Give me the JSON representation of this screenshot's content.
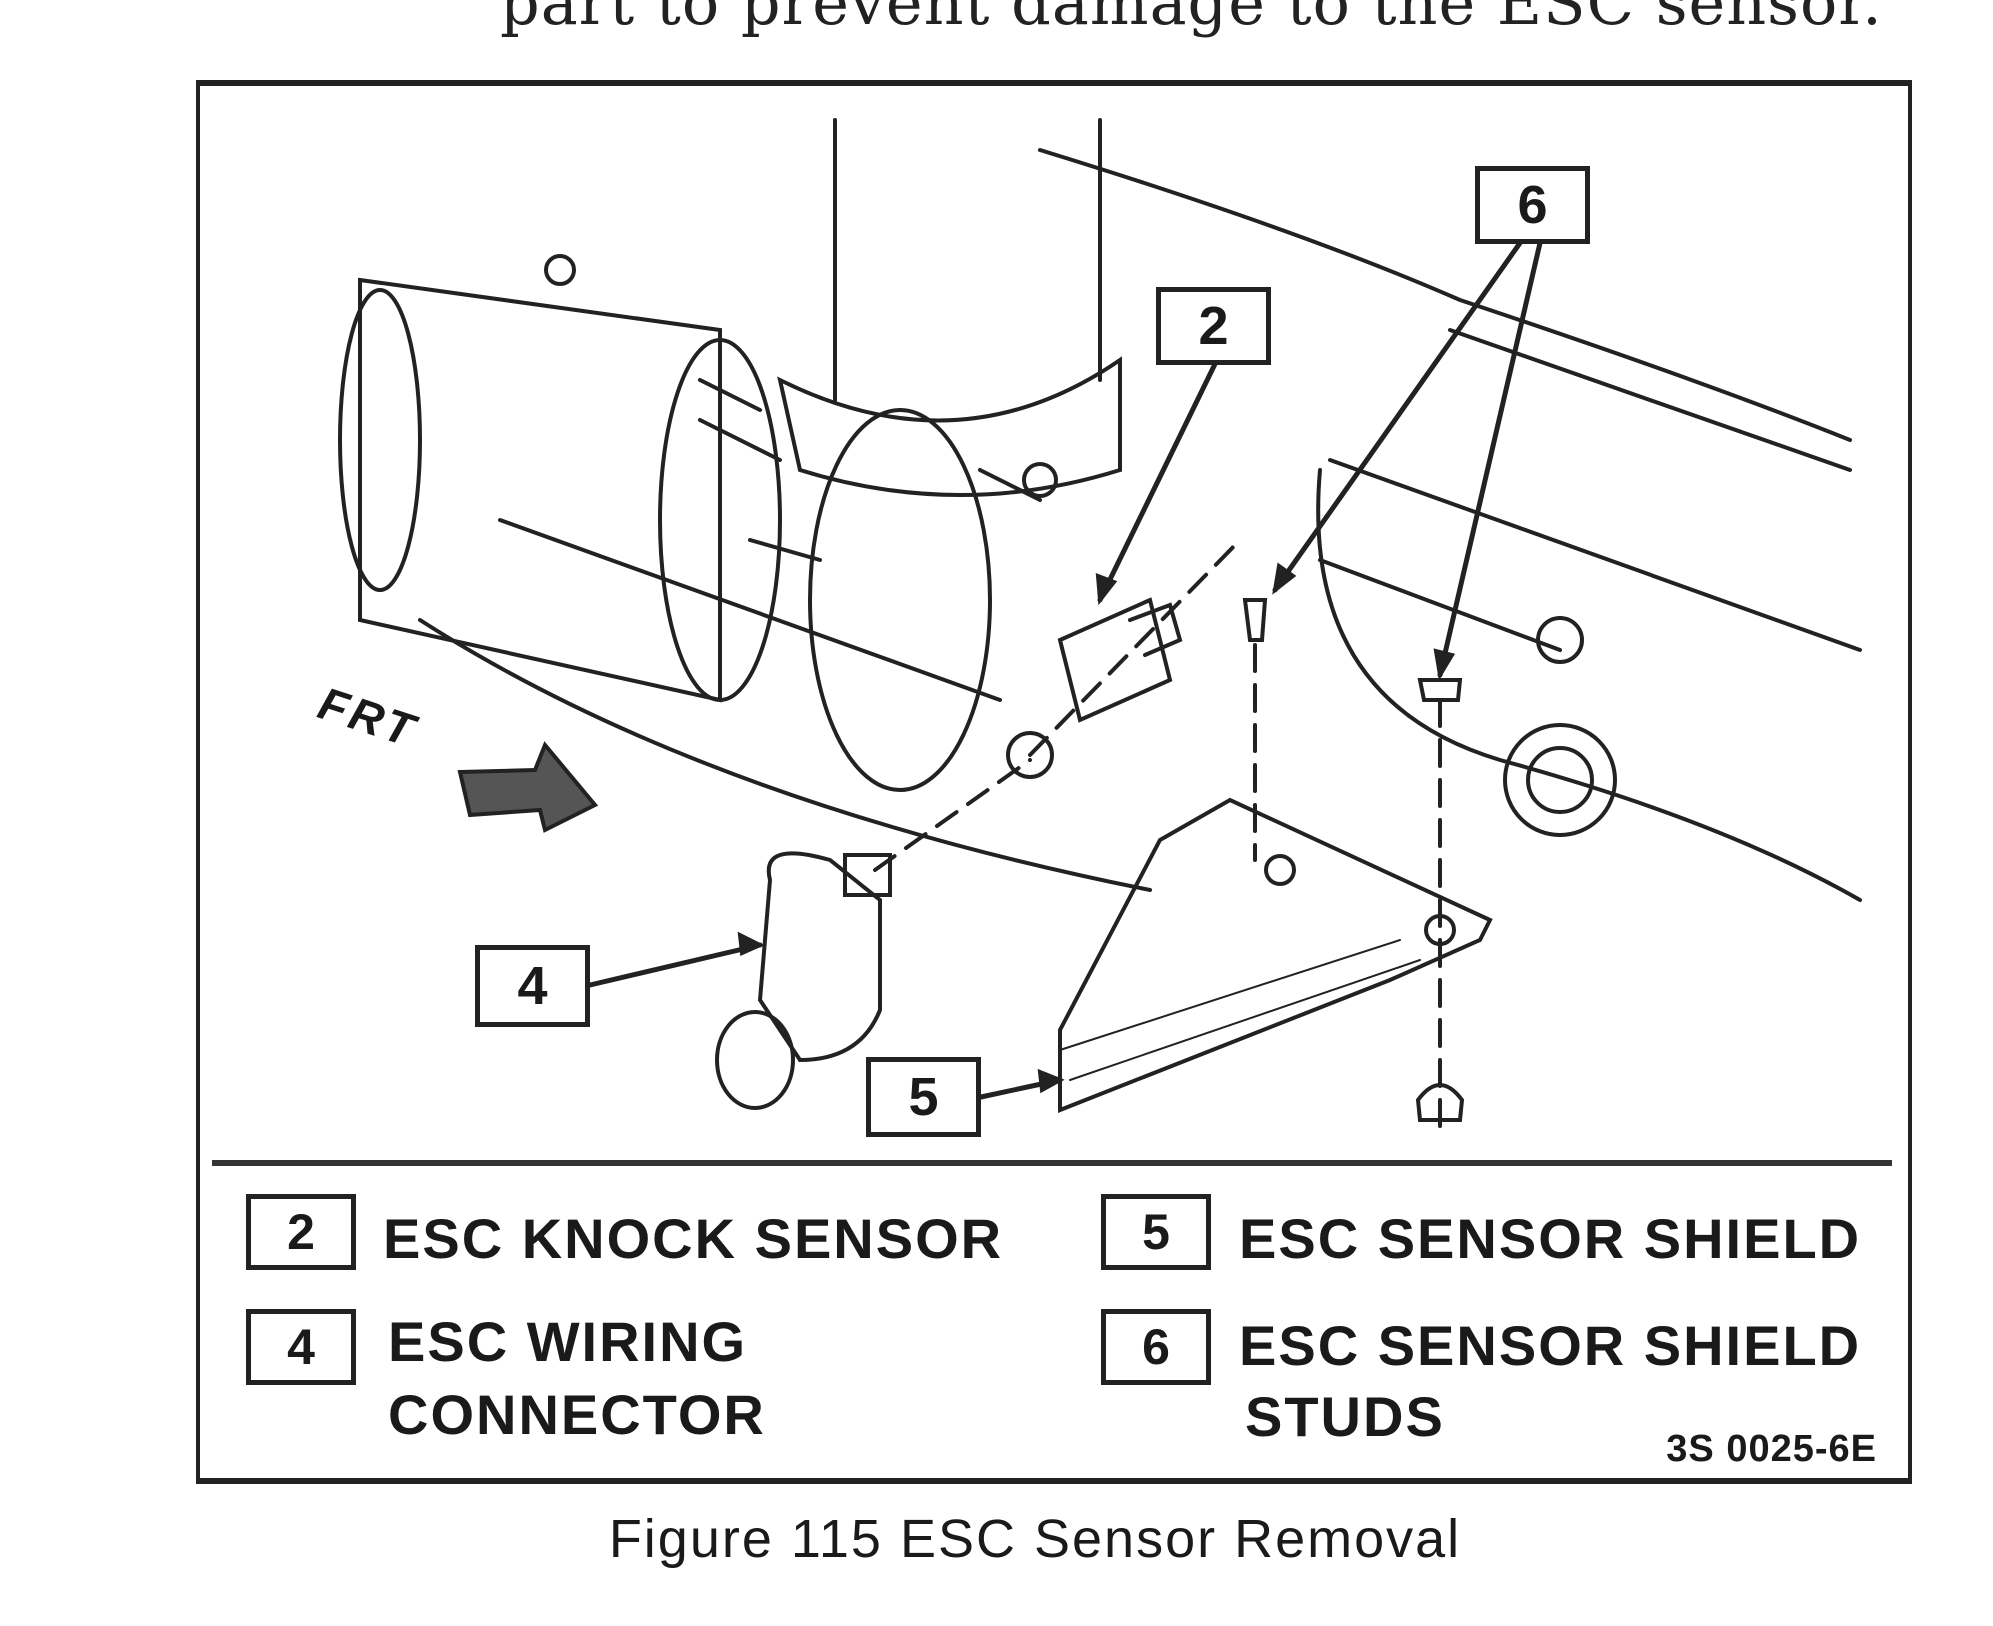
{
  "page_top_text": "part to prevent damage to the ESC sensor.",
  "figure": {
    "callouts": [
      "6",
      "2",
      "4",
      "5"
    ],
    "direction_label": "FRT",
    "legend": [
      {
        "number": "2",
        "label": "ESC KNOCK SENSOR"
      },
      {
        "number": "4",
        "label_line1": "ESC WIRING",
        "label_line2": "CONNECTOR"
      },
      {
        "number": "5",
        "label": "ESC SENSOR SHIELD"
      },
      {
        "number": "6",
        "label_line1": "ESC SENSOR SHIELD",
        "label_line2": "STUDS"
      }
    ],
    "code": "3S 0025-6E",
    "caption": "Figure 115 ESC Sensor Removal"
  }
}
